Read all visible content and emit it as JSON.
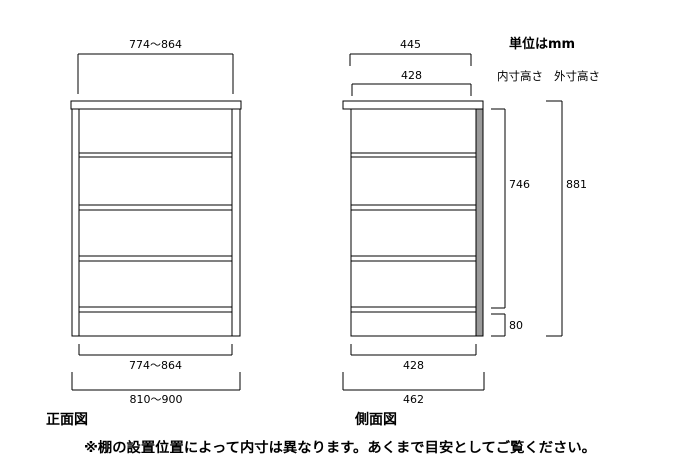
{
  "front_view": {
    "label": "正面図",
    "top_inner_width": "774～864",
    "bottom_inner_width": "774～864",
    "outer_width": "810～900"
  },
  "side_view": {
    "label": "側面図",
    "top_width": "445",
    "inner_width": "428",
    "bottom_inner_width": "428",
    "outer_depth": "462",
    "inner_height": "746",
    "base_height": "80",
    "outer_height": "881"
  },
  "legend": {
    "unit": "単位はmm",
    "inner_height_label": "内寸高さ",
    "outer_height_label": "外寸高さ"
  },
  "footnote": "※棚の設置位置によって内寸は異なります。あくまで目安としてご覧ください。",
  "colors": {
    "line": "#000000",
    "back_panel": "#9a9a9a",
    "background": "#ffffff"
  }
}
